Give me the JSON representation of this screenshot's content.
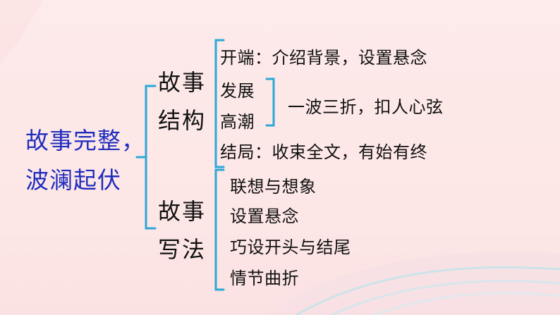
{
  "theme": {
    "bracket_color": "#2aa7d8",
    "main_title_color": "#1f2dbf",
    "text_color": "#111111"
  },
  "main_topic": {
    "line1": "故事完整，",
    "line2": "波澜起伏"
  },
  "structure": {
    "label_line1": "故事",
    "label_line2": "结构",
    "items": [
      {
        "text": "开端：介绍背景，设置悬念"
      },
      {
        "text": "发展"
      },
      {
        "text": "高潮"
      },
      {
        "text": "结局：收束全文，有始有终"
      }
    ],
    "group_note": "一波三折，扣人心弦"
  },
  "writing": {
    "label_line1": "故事",
    "label_line2": "写法",
    "items": [
      {
        "text": "联想与想象"
      },
      {
        "text": "设置悬念"
      },
      {
        "text": "巧设开头与结尾"
      },
      {
        "text": "情节曲折"
      }
    ]
  }
}
